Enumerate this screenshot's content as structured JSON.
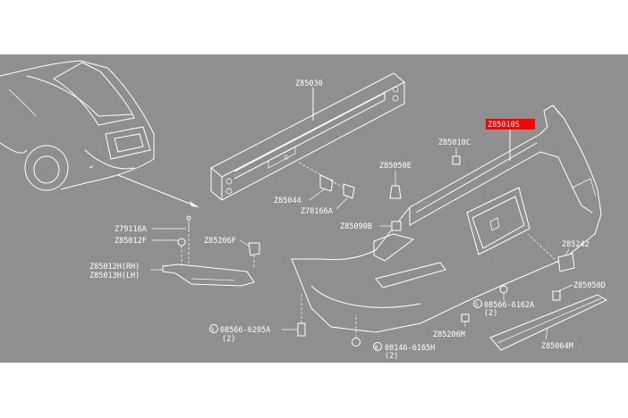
{
  "colors": {
    "background": "#8f8f8f",
    "lines": "#ffffff",
    "highlight": "#ff0000"
  },
  "labels": {
    "reinforcement": "Z85030",
    "bumper_fascia": "Z85010S",
    "fascia_clip_c": "Z85010C",
    "clip_e": "Z85050E",
    "bracket_44": "Z85044",
    "bolt_78166a": "Z78166A",
    "retainer_b": "Z85090B",
    "retainer_79116a": "Z79116A",
    "retainer_f": "Z85012F",
    "bracket_rh": "Z85012H(RH)",
    "bracket_lh": "Z85013H(LH)",
    "bracket_206f": "Z85206F",
    "license_bracket": "Z85242",
    "clip_d": "Z85050D",
    "screw_6162a": "08566-6162A",
    "qty_6162a": "(2)",
    "retainer_206m": "Z85206M",
    "screw_6205a": "08566-6205A",
    "qty_6205a": "(2)",
    "bolt_6165h": "08146-6165H",
    "qty_6165h": "(2)",
    "valance": "Z85064M"
  },
  "symbols": {
    "screw_prefix": "S",
    "bolt_prefix": "B"
  }
}
